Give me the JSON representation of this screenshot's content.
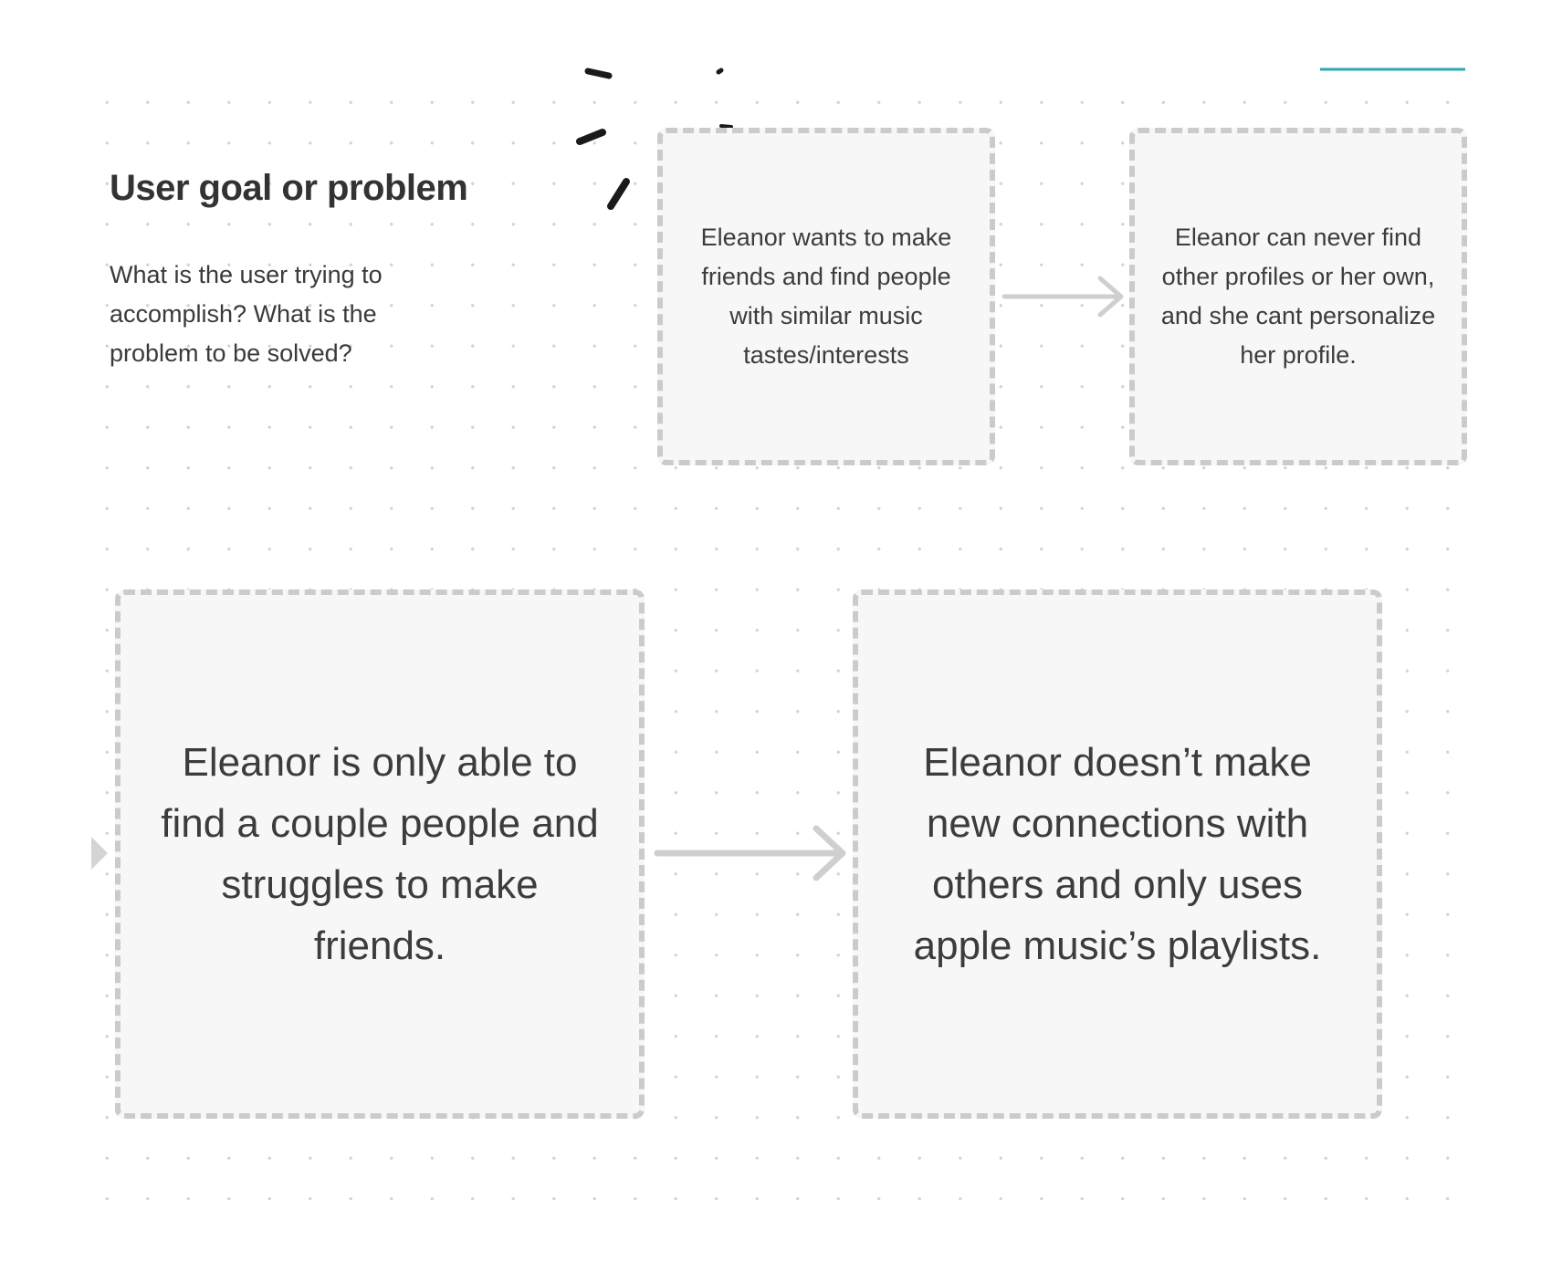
{
  "section": {
    "title": "User goal or problem",
    "description": "What is the user trying to accomplish? What is the problem to be solved?"
  },
  "flow": {
    "row1": [
      {
        "text": "Eleanor wants to make friends and find people with similar music tastes/interests"
      },
      {
        "text": "Eleanor can never find other profiles or her own, and she cant personalize her profile."
      }
    ],
    "row2": [
      {
        "text": "Eleanor is only able to find a couple people and struggles to make friends."
      },
      {
        "text": "Eleanor doesn’t make new connections with others and only uses apple music’s playlists."
      }
    ]
  },
  "colors": {
    "card_fill": "#f7f7f7",
    "card_border": "#cbcbcb",
    "connector": "#cfcfcf",
    "text": "#3a3a3a",
    "marks": "#1a1a1a",
    "accent_line": "#2aa8b5"
  }
}
